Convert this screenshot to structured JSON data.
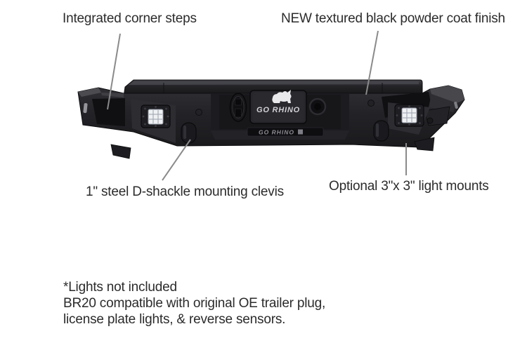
{
  "annotations": {
    "top_left": "Integrated corner steps",
    "top_right": "NEW textured black powder coat finish",
    "bottom_left": "1\" steel D-shackle mounting clevis",
    "bottom_right": "Optional 3\"x 3\" light mounts"
  },
  "footnote": {
    "line1": "*Lights not included",
    "line2": "BR20 compatible with original OE trailer plug,",
    "line3": "license plate lights, & reverse sensors."
  },
  "product": {
    "brand_plate_text": "GO RHINO",
    "stamp_text": "GO RHINO",
    "model": "BR20"
  },
  "colors": {
    "background": "#ffffff",
    "annotation_text": "#2b2b2b",
    "leader_line": "#8a8a8a",
    "bumper_black": "#232327",
    "recess_black": "#101013",
    "led_white": "#eef0f2"
  }
}
